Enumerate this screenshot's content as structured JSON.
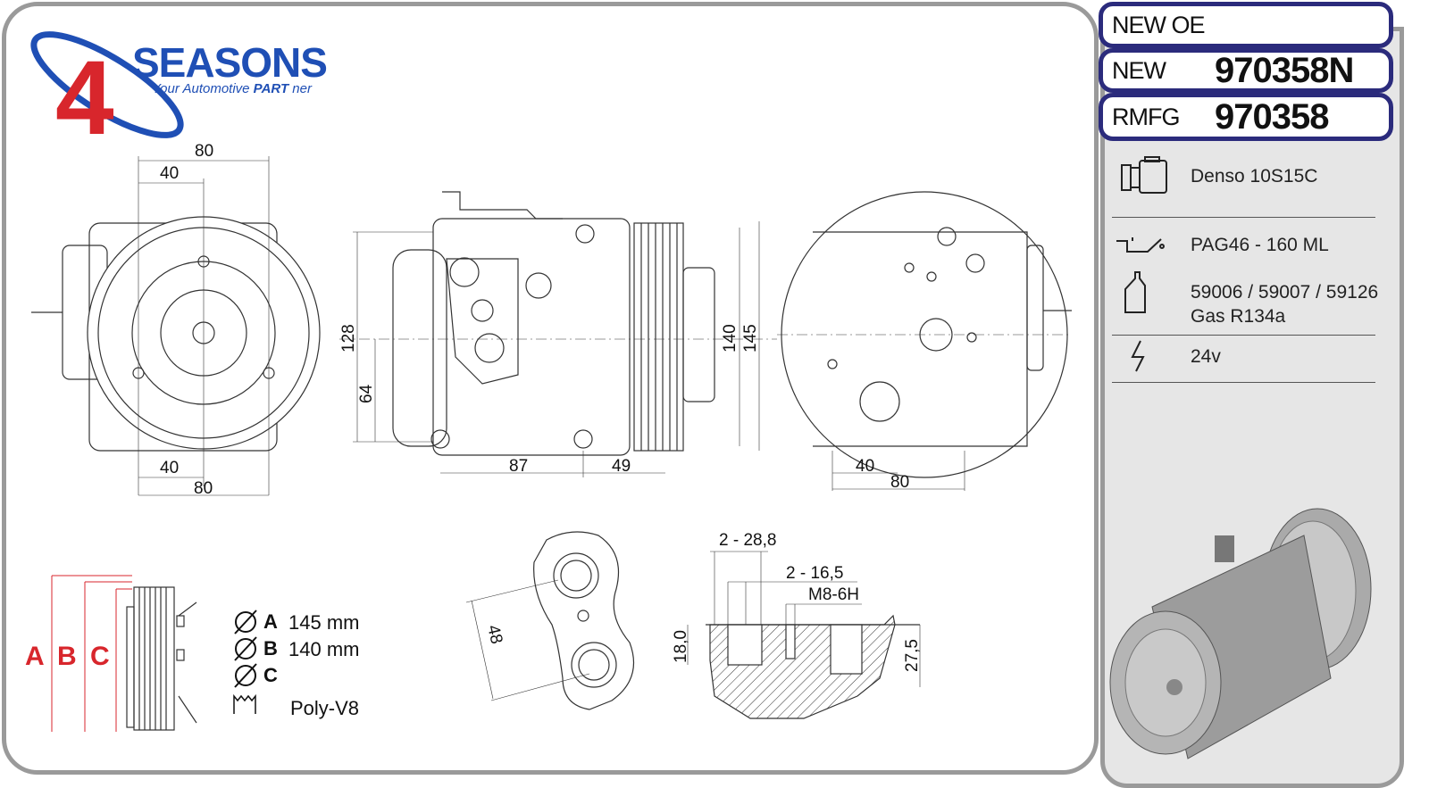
{
  "brand": {
    "name": "SEASONS",
    "digit": "4",
    "tagline_pre": "Your Automotive ",
    "tagline_bold": "PART",
    "tagline_post": " ner"
  },
  "part_numbers": [
    {
      "label": "NEW OE",
      "number": ""
    },
    {
      "label": "NEW",
      "number": "970358N"
    },
    {
      "label": "RMFG",
      "number": "970358"
    }
  ],
  "specs": {
    "compressor": "Denso 10S15C",
    "oil": "PAG46 - 160 ML",
    "oil_refs": "59006 / 59007 / 59126",
    "gas": "Gas R134a",
    "voltage": "24v"
  },
  "dimensions": {
    "front": {
      "top_width": "80",
      "top_half": "40",
      "bottom_half": "40",
      "bottom_width": "80"
    },
    "side": {
      "height": "128",
      "half_height": "64",
      "diam_b": "140",
      "diam_a": "145",
      "body_len": "87",
      "pulley_len": "49"
    },
    "rear": {
      "half": "40",
      "width": "80"
    },
    "fitting": {
      "port_spacing": "48"
    },
    "section": {
      "bore1": "2 - 28,8",
      "bore2": "2 - 16,5",
      "thread": "M8-6H",
      "depth1": "18,0",
      "depth2": "27,5"
    }
  },
  "pulley_legend": {
    "labels": [
      "A",
      "B",
      "C"
    ],
    "a_value": "145 mm",
    "b_value": "140 mm",
    "c_value": "",
    "belt": "Poly-V8"
  },
  "colors": {
    "navy": "#2b2b7c",
    "red": "#d8262c",
    "blue": "#1f4fb5",
    "frame": "#9a9a9a"
  }
}
